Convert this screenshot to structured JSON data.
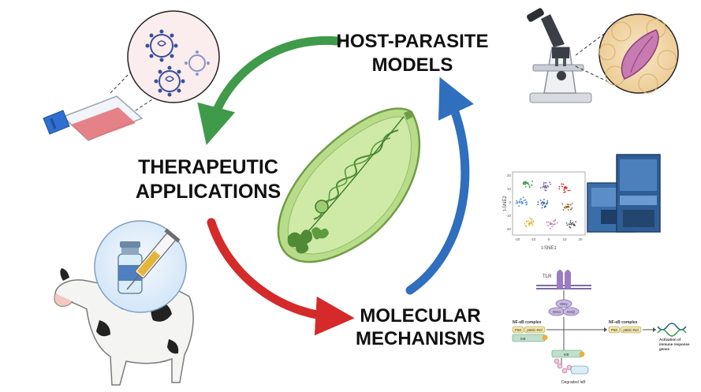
{
  "labels": {
    "host_parasite": [
      "HOST-PARASITE",
      "MODELS"
    ],
    "therapeutic": [
      "THERAPEUTIC",
      "APPLICATIONS"
    ],
    "molecular": [
      "MOLECULAR",
      "MECHANISMS"
    ]
  },
  "tsne": {
    "ylabel": "t-SNE2",
    "xlabel": "t-SNE1",
    "xticks": [
      "-20",
      "-10",
      "0",
      "10",
      "20"
    ],
    "yticks": [
      "20",
      "10",
      "0",
      "-10",
      "-20"
    ]
  },
  "pathway": {
    "receptor": "TLR",
    "ikk_gamma": "IKKγ",
    "ikk_alpha": "IKKα",
    "ikk_beta": "IKKβ",
    "complex_left": "NF-κB complex",
    "p50": "P50",
    "p65": "p65/c-Rel",
    "ikb": "IκB",
    "complex_right": "NF-κB complex",
    "p50_r": "P50",
    "p65_r": "p65/c-Rel",
    "activation": [
      "Activation of",
      "immune response",
      "genes"
    ],
    "ikb_lower": "IκB",
    "degraded": "Degraded IκB"
  },
  "colors": {
    "green_arrow": "#3f9a4a",
    "blue_arrow": "#2f6fbd",
    "red_arrow": "#d42a2a",
    "parasite_fill": "#b9dc8a",
    "flask_liquid": "#e36d74",
    "flask_cap": "#2f6fd0"
  }
}
